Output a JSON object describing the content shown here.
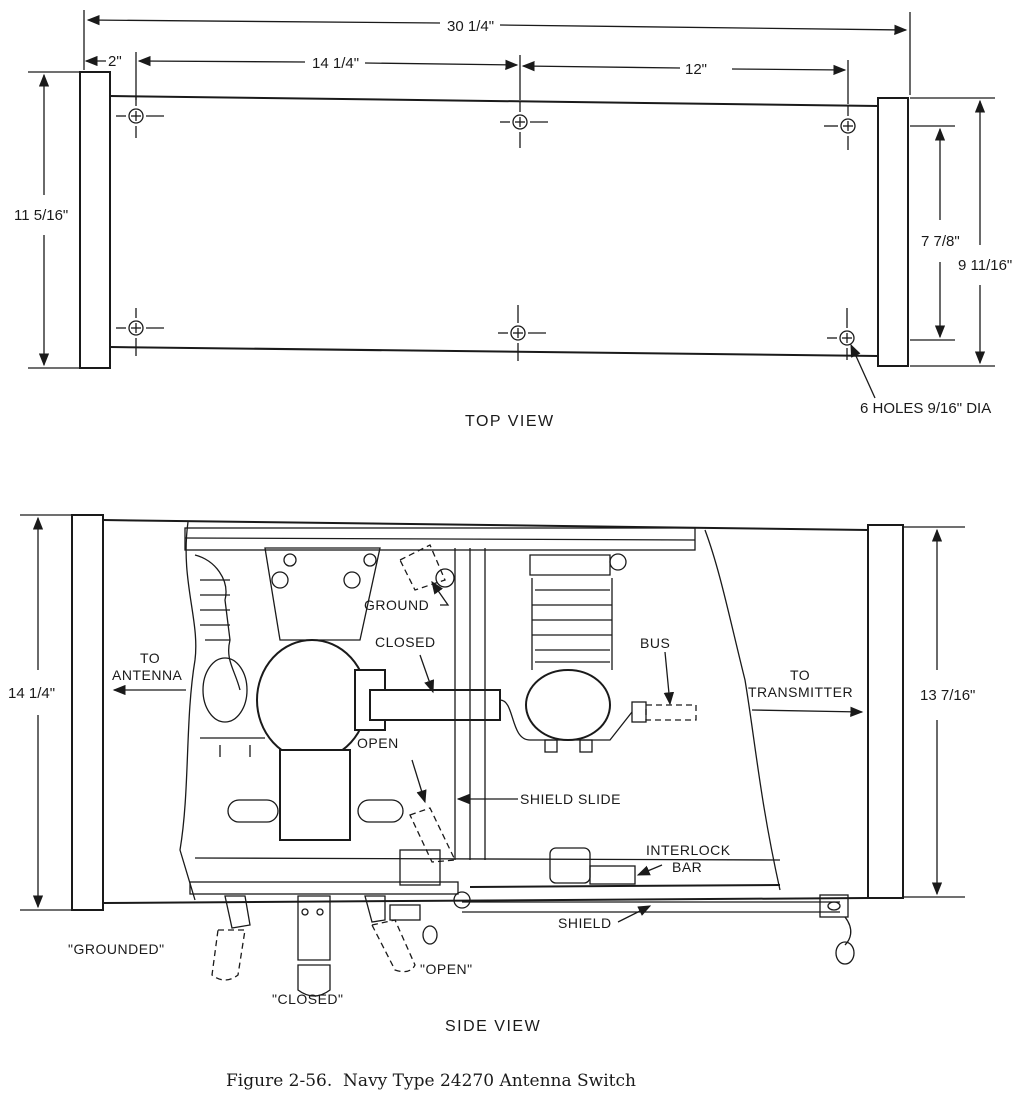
{
  "top_view": {
    "title": "TOP VIEW",
    "dims": {
      "overall_width": "30 1/4\"",
      "edge_to_hole": "2\"",
      "hole_spacing_left": "14 1/4\"",
      "hole_spacing_right": "12\"",
      "left_height": "11 5/16\"",
      "hole_row_spacing": "7 7/8\"",
      "right_height": "9 11/16\""
    },
    "holes_note": "6 HOLES 9/16\" DIA"
  },
  "side_view": {
    "title": "SIDE VIEW",
    "dims": {
      "left_height": "14 1/4\"",
      "right_height": "13 7/16\""
    },
    "labels": {
      "to_antenna_1": "TO",
      "to_antenna_2": "ANTENNA",
      "to_transmitter_1": "TO",
      "to_transmitter_2": "TRANSMITTER",
      "ground": "GROUND",
      "closed": "CLOSED",
      "bus": "BUS",
      "open": "OPEN",
      "shield_slide": "SHIELD SLIDE",
      "interlock_1": "INTERLOCK",
      "interlock_2": "BAR",
      "shield": "SHIELD",
      "grounded_pos": "\"GROUNDED\"",
      "closed_pos": "\"CLOSED\"",
      "open_pos": "\"OPEN\""
    }
  },
  "caption": "Figure 2-56.  Navy Type 24270 Antenna Switch"
}
